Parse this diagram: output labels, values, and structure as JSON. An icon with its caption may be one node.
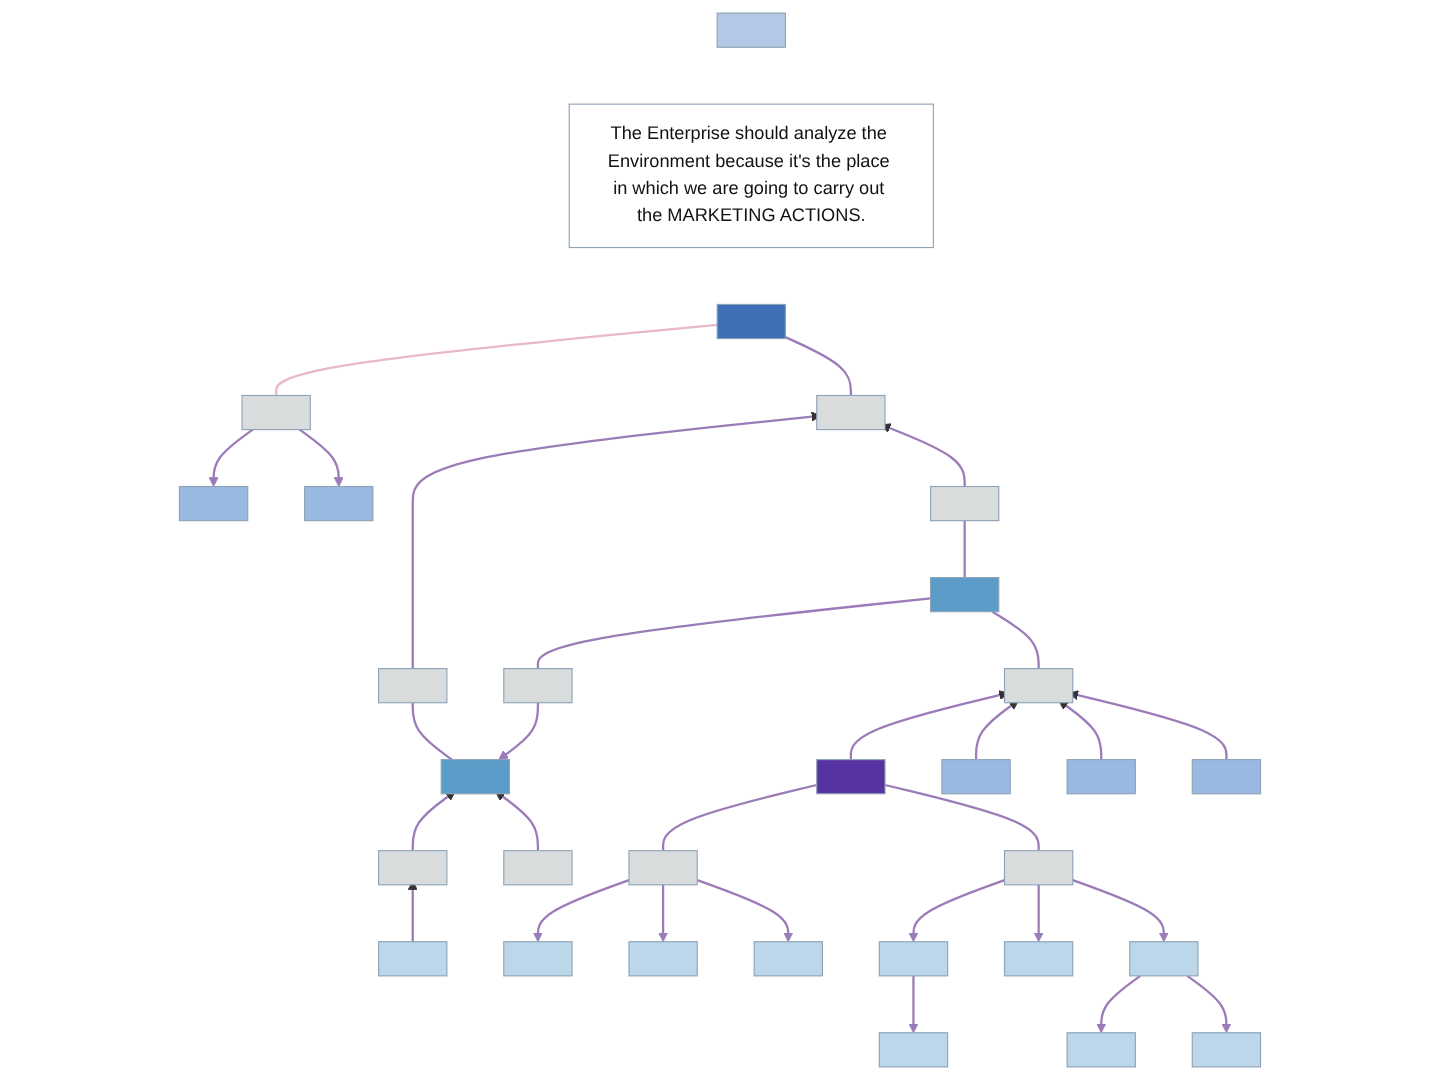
{
  "diagram": {
    "nodes": [
      {
        "text": [],
        "shape": "box"
      },
      {
        "text": [
          "The Enterprise should analyze the Environment because it's the place in which we are going to carry out the MARKETING ACTIONS."
        ]
      },
      {
        "text": [],
        "shape": "box"
      },
      {
        "text": [],
        "shape": "box"
      },
      {
        "text": [],
        "shape": "box"
      },
      {
        "text": [],
        "shape": "box"
      },
      {
        "text": [],
        "shape": "box"
      },
      {
        "text": [],
        "shape": "box"
      },
      {
        "text": [],
        "shape": "box"
      },
      {
        "text": [],
        "shape": "box"
      },
      {
        "text": [],
        "shape": "box"
      },
      {
        "text": [],
        "shape": "box"
      },
      {
        "text": [],
        "shape": "box"
      },
      {
        "text": [],
        "shape": "box"
      },
      {
        "text": [],
        "shape": "box"
      },
      {
        "text": [],
        "shape": "box"
      },
      {
        "text": [],
        "shape": "box"
      },
      {
        "text": [],
        "shape": "box"
      },
      {
        "text": [],
        "shape": "box"
      },
      {
        "text": [],
        "shape": "box"
      },
      {
        "text": [],
        "shape": "box"
      },
      {
        "text": [],
        "shape": "box"
      },
      {
        "text": [],
        "shape": "box"
      },
      {
        "text": [],
        "shape": "box"
      },
      {
        "text": [],
        "shape": "box"
      },
      {
        "text": [],
        "shape": "box"
      },
      {
        "text": [],
        "shape": "box"
      },
      {
        "text": [],
        "shape": "box"
      },
      {
        "text": [],
        "shape": "box"
      },
      {
        "text": [],
        "shape": "box"
      },
      {
        "text": [],
        "shape": "box"
      }
    ],
    "edges": [
      {
        "from": 2,
        "to": 3,
        "arrow": "none",
        "color": "#e8b8c8"
      },
      {
        "from": 3,
        "to": 4,
        "arrow": "to"
      },
      {
        "from": 3,
        "to": 5,
        "arrow": "to"
      },
      {
        "from": 2,
        "to": 6,
        "arrow": "none"
      },
      {
        "from": 7,
        "to": 6,
        "arrow": "to"
      },
      {
        "from": 10,
        "to": 6,
        "arrow": "to"
      },
      {
        "from": 7,
        "to": 8,
        "arrow": "none"
      },
      {
        "from": 10,
        "to": 11,
        "arrow": "none"
      },
      {
        "from": 11,
        "to": 9,
        "arrow": "none"
      },
      {
        "from": 9,
        "to": 8,
        "arrow": "to"
      },
      {
        "from": 13,
        "to": 8,
        "arrow": "to"
      },
      {
        "from": 14,
        "to": 8,
        "arrow": "to"
      },
      {
        "from": 15,
        "to": 13,
        "arrow": "to"
      },
      {
        "from": 11,
        "to": 12,
        "arrow": "none"
      },
      {
        "from": 16,
        "to": 12,
        "arrow": "to"
      },
      {
        "from": 17,
        "to": 12,
        "arrow": "to"
      },
      {
        "from": 18,
        "to": 12,
        "arrow": "to"
      },
      {
        "from": 19,
        "to": 12,
        "arrow": "to"
      },
      {
        "from": 16,
        "to": 20,
        "arrow": "none"
      },
      {
        "from": 16,
        "to": 21,
        "arrow": "none"
      },
      {
        "from": 20,
        "to": 22,
        "arrow": "to"
      },
      {
        "from": 20,
        "to": 23,
        "arrow": "to"
      },
      {
        "from": 20,
        "to": 24,
        "arrow": "to"
      },
      {
        "from": 21,
        "to": 25,
        "arrow": "to"
      },
      {
        "from": 21,
        "to": 26,
        "arrow": "to"
      },
      {
        "from": 21,
        "to": 27,
        "arrow": "to"
      },
      {
        "from": 25,
        "to": 28,
        "arrow": "to"
      },
      {
        "from": 27,
        "to": 29,
        "arrow": "to"
      },
      {
        "from": 27,
        "to": 30,
        "arrow": "to"
      }
    ]
  }
}
